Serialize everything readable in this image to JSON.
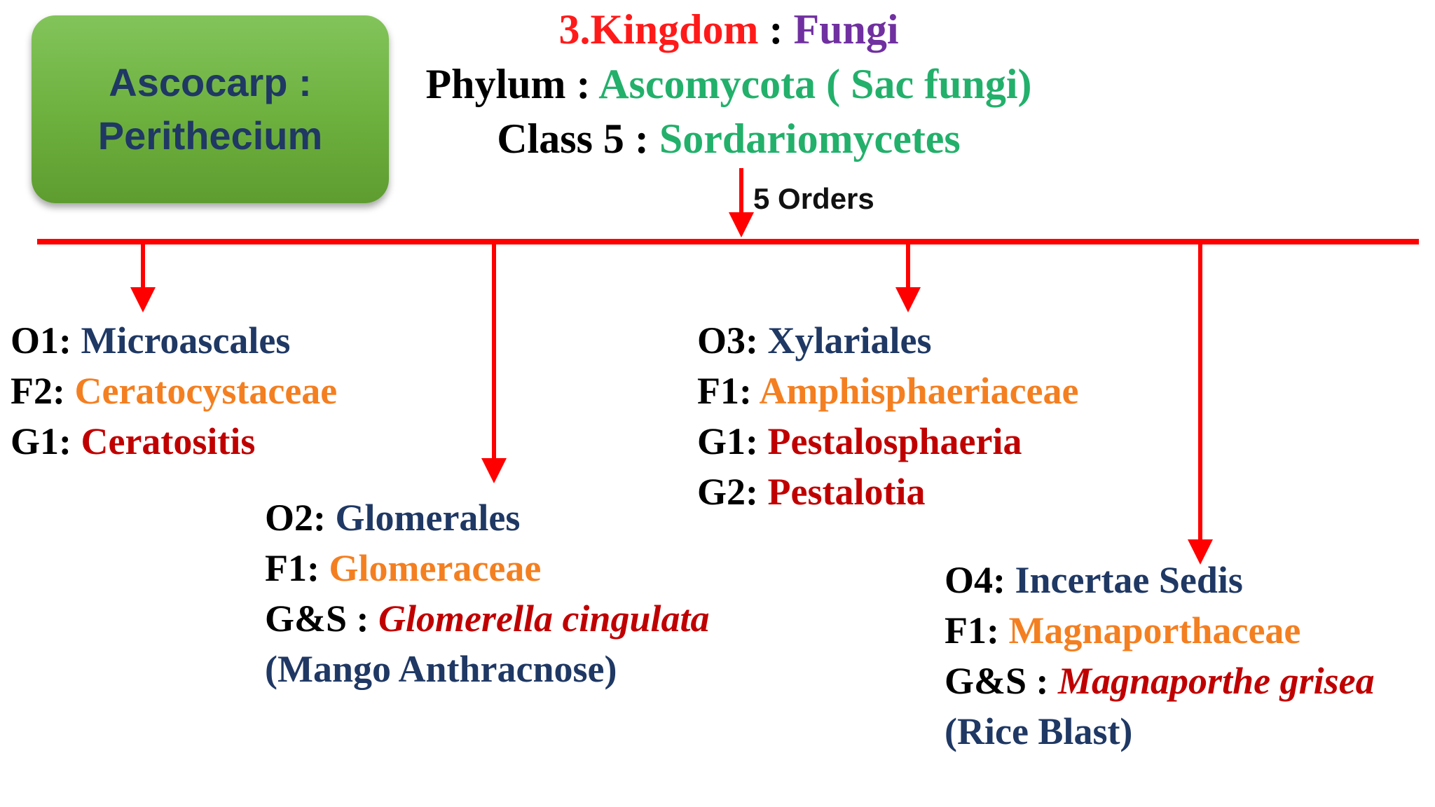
{
  "ascocarp_box": {
    "line1": "Ascocarp :",
    "line2": "Perithecium"
  },
  "header": {
    "kingdom_label": "3.Kingdom",
    "sep1": " : ",
    "kingdom_value": "Fungi",
    "phylum_label": "Phylum",
    "sep2": " : ",
    "phylum_value": "Ascomycota ( Sac fungi)",
    "class_label": "Class 5",
    "sep3": " : ",
    "class_value": "Sordariomycetes"
  },
  "orders_label": "5 Orders",
  "colors": {
    "connector": "#ff0000",
    "box_fill": "#70ad47",
    "box_text": "#1f3864",
    "order_name": "#1f3864",
    "family_name": "#f47f20",
    "genus_name": "#c00000",
    "taxon_name": "#22b06b"
  },
  "orders": [
    {
      "order_label": "O1:",
      "order_name": "Microascales",
      "family_label": "F2:",
      "family_name": "Ceratocystaceae",
      "genus_label": "G1:",
      "genus_name": "Ceratositis"
    },
    {
      "order_label": "O2:",
      "order_name": "Glomerales",
      "family_label": "F1:",
      "family_name": "Glomeraceae",
      "genus_label": "G&S :",
      "genus_name": "Glomerella cingulata",
      "disease": "(Mango Anthracnose)"
    },
    {
      "order_label": "O3:",
      "order_name": "Xylariales",
      "family_label": "F1:",
      "family_name": "Amphisphaeriaceae",
      "genus1_label": "G1:",
      "genus1_name": "Pestalosphaeria",
      "genus2_label": "G2:",
      "genus2_name": "Pestalotia"
    },
    {
      "order_label": "O4:",
      "order_name": "Incertae Sedis",
      "family_label": "F1:",
      "family_name": "Magnaporthaceae",
      "genus_label": "G&S :",
      "genus_name": "Magnaporthe grisea",
      "disease": "(Rice Blast)"
    }
  ]
}
